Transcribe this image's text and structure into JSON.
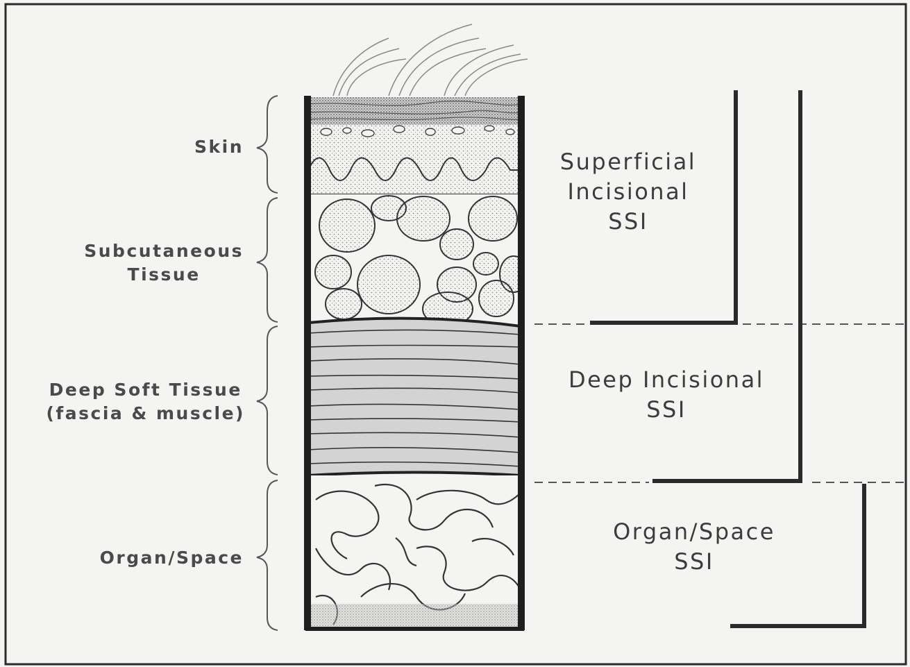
{
  "layers": {
    "skin": "Skin",
    "subcutaneous_line1": "Subcutaneous",
    "subcutaneous_line2": "Tissue",
    "deep_line1": "Deep Soft Tissue",
    "deep_line2": "(fascia & muscle)",
    "organ": "Organ/Space"
  },
  "ssi": {
    "superficial_line1": "Superficial",
    "superficial_line2": "Incisional",
    "superficial_line3": "SSI",
    "deep_line1": "Deep Incisional",
    "deep_line2": "SSI",
    "organ_line1": "Organ/Space",
    "organ_line2": "SSI"
  }
}
